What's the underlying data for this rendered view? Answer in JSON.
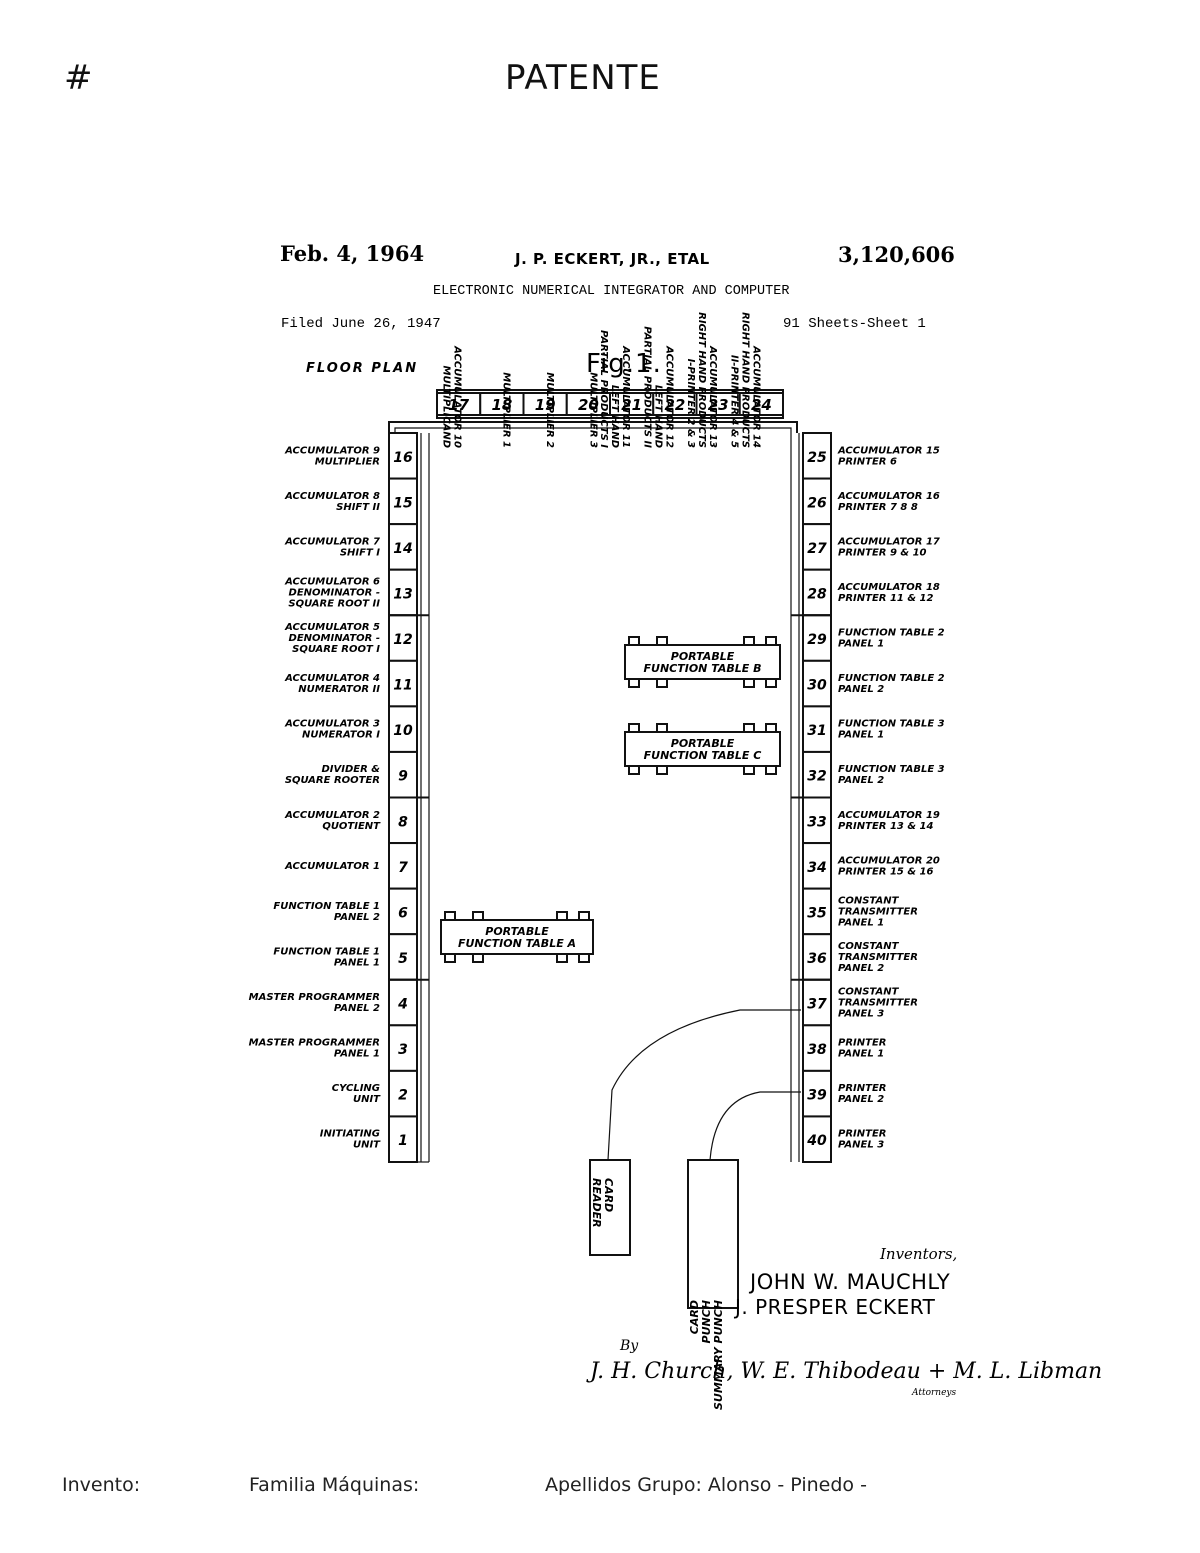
{
  "header": {
    "hash": "#",
    "title": "PATENTE"
  },
  "patent": {
    "date": "Feb. 4, 1964",
    "inventors_short": "J. P. ECKERT, JR., ETAL",
    "number": "3,120,606",
    "subtitle": "ELECTRONIC NUMERICAL INTEGRATOR AND COMPUTER",
    "filed": "Filed June 26, 1947",
    "sheets": "91 Sheets-Sheet 1",
    "floor_plan": "FLOOR PLAN",
    "fig": "Fig.1.",
    "top_units": [
      "17",
      "18",
      "19",
      "20",
      "21",
      "22",
      "23",
      "24"
    ],
    "left_units": [
      {
        "num": "16",
        "label": [
          "ACCUMULATOR 9",
          "MULTIPLIER"
        ]
      },
      {
        "num": "15",
        "label": [
          "ACCUMULATOR 8",
          "SHIFT II"
        ]
      },
      {
        "num": "14",
        "label": [
          "ACCUMULATOR 7",
          "SHIFT I"
        ]
      },
      {
        "num": "13",
        "label": [
          "ACCUMULATOR 6",
          "DENOMINATOR -",
          "SQUARE ROOT II"
        ]
      },
      {
        "num": "12",
        "label": [
          "ACCUMULATOR 5",
          "DENOMINATOR -",
          "SQUARE ROOT I"
        ]
      },
      {
        "num": "11",
        "label": [
          "ACCUMULATOR 4",
          "NUMERATOR II"
        ]
      },
      {
        "num": "10",
        "label": [
          "ACCUMULATOR 3",
          "NUMERATOR I"
        ]
      },
      {
        "num": "9",
        "label": [
          "DIVIDER &",
          "SQUARE ROOTER"
        ]
      },
      {
        "num": "8",
        "label": [
          "ACCUMULATOR 2",
          "QUOTIENT"
        ]
      },
      {
        "num": "7",
        "label": [
          "ACCUMULATOR 1"
        ]
      },
      {
        "num": "6",
        "label": [
          "FUNCTION TABLE 1",
          "PANEL 2"
        ]
      },
      {
        "num": "5",
        "label": [
          "FUNCTION TABLE 1",
          "PANEL 1"
        ]
      },
      {
        "num": "4",
        "label": [
          "MASTER PROGRAMMER",
          "PANEL 2"
        ]
      },
      {
        "num": "3",
        "label": [
          "MASTER PROGRAMMER",
          "PANEL 1"
        ]
      },
      {
        "num": "2",
        "label": [
          "CYCLING",
          "UNIT"
        ]
      },
      {
        "num": "1",
        "label": [
          "INITIATING",
          "UNIT"
        ]
      }
    ],
    "right_units": [
      {
        "num": "25",
        "label": [
          "ACCUMULATOR 15",
          "PRINTER 6"
        ]
      },
      {
        "num": "26",
        "label": [
          "ACCUMULATOR 16",
          "PRINTER 7 8 8"
        ]
      },
      {
        "num": "27",
        "label": [
          "ACCUMULATOR 17",
          "PRINTER 9 & 10"
        ]
      },
      {
        "num": "28",
        "label": [
          "ACCUMULATOR 18",
          "PRINTER 11 & 12"
        ]
      },
      {
        "num": "29",
        "label": [
          "FUNCTION TABLE 2",
          "PANEL 1"
        ]
      },
      {
        "num": "30",
        "label": [
          "FUNCTION TABLE 2",
          "PANEL 2"
        ]
      },
      {
        "num": "31",
        "label": [
          "FUNCTION TABLE 3",
          "PANEL 1"
        ]
      },
      {
        "num": "32",
        "label": [
          "FUNCTION TABLE 3",
          "PANEL 2"
        ]
      },
      {
        "num": "33",
        "label": [
          "ACCUMULATOR 19",
          "PRINTER 13 & 14"
        ]
      },
      {
        "num": "34",
        "label": [
          "ACCUMULATOR 20",
          "PRINTER 15 & 16"
        ]
      },
      {
        "num": "35",
        "label": [
          "CONSTANT",
          "TRANSMITTER",
          "PANEL 1"
        ]
      },
      {
        "num": "36",
        "label": [
          "CONSTANT",
          "TRANSMITTER",
          "PANEL 2"
        ]
      },
      {
        "num": "37",
        "label": [
          "CONSTANT",
          "TRANSMITTER",
          "PANEL 3"
        ]
      },
      {
        "num": "38",
        "label": [
          "PRINTER",
          "PANEL 1"
        ]
      },
      {
        "num": "39",
        "label": [
          "PRINTER",
          "PANEL 2"
        ]
      },
      {
        "num": "40",
        "label": [
          "PRINTER",
          "PANEL 3"
        ]
      }
    ],
    "vertical_labels": [
      [
        "ACCUMULATOR 10",
        "MULTIPLICAND"
      ],
      [
        "MULTIPLIER 1"
      ],
      [
        "MULTIPLIER 2"
      ],
      [
        "MULTIPLIER 3"
      ],
      [
        "ACCUMULATOR 11",
        "LEFT HAND",
        "PARTIAL PRODUCTS I"
      ],
      [
        "ACCUMULATOR 12",
        "LEFT HAND",
        "PARTIAL PRODUCTS II"
      ],
      [
        "ACCUMULATOR 13",
        "RIGHT HAND PRODUCTS",
        "I-PRINTER 2 & 3"
      ],
      [
        "ACCUMULATOR 14",
        "RIGHT HAND PRODUCTS",
        "II-PRINTER 4 & 5"
      ]
    ],
    "portable_tables": [
      [
        "PORTABLE",
        "FUNCTION TABLE B"
      ],
      [
        "PORTABLE",
        "FUNCTION TABLE C"
      ],
      [
        "PORTABLE",
        "FUNCTION TABLE A"
      ]
    ],
    "card_reader": [
      "CARD",
      "READER"
    ],
    "card_punch": [
      "CARD",
      "PUNCH",
      "SUMMARY PUNCH"
    ],
    "inventors_label": "Inventors,",
    "inventor1": "JOHN W. MAUCHLY",
    "inventor2": "J. PRESPER ECKERT",
    "by": "By",
    "attorneys_sig": "J. H. Church, W. E. Thibodeau + M. L. Libman",
    "attorneys_label": "Attorneys"
  },
  "footer": {
    "invento": "Invento:",
    "familia": "Familia Máquinas:",
    "apellidos": "Apellidos Grupo: Alonso - Pinedo -"
  }
}
